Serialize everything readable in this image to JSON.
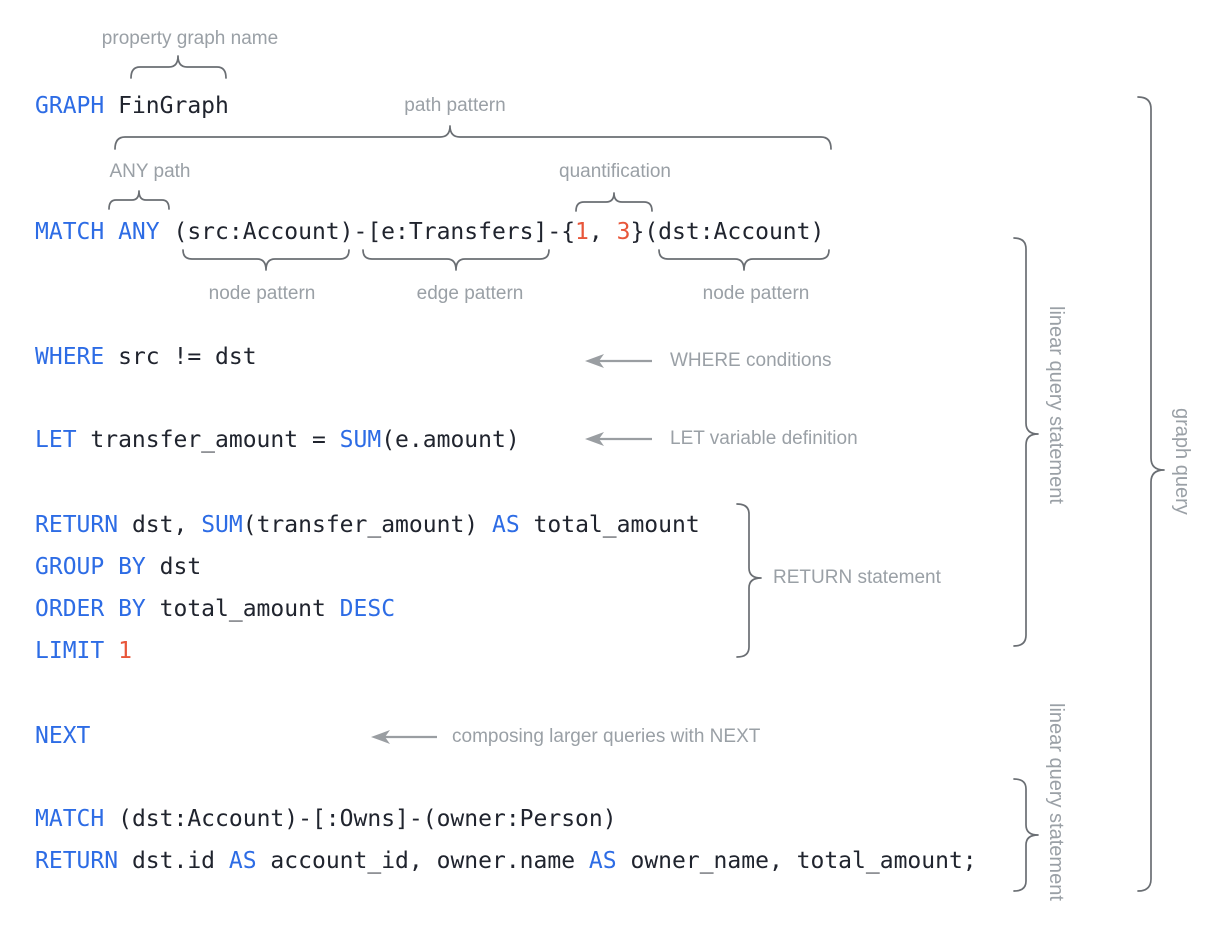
{
  "labels": {
    "property_graph_name": "property graph name",
    "path_pattern": "path pattern",
    "any_path": "ANY path",
    "quantification": "quantification",
    "node_pattern_left": "node pattern",
    "edge_pattern": "edge pattern",
    "node_pattern_right": "node pattern",
    "where_conditions": "WHERE conditions",
    "let_variable_definition": "LET variable definition",
    "return_statement": "RETURN statement",
    "composing_next": "composing larger queries with NEXT",
    "linear_query_statement_top": "linear query statement",
    "linear_query_statement_bottom": "linear query statement",
    "graph_query": "graph query"
  },
  "colors": {
    "keyword": "#2d6ce5",
    "number": "#e8563a",
    "code": "#20242e",
    "annotation": "#9aa0a6",
    "brace": "#6a6e73",
    "arrow": "#9a9ea2",
    "background": "#ffffff"
  },
  "code": {
    "lines": [
      {
        "id": "graph-line",
        "tokens": [
          {
            "t": "GRAPH",
            "c": "kw"
          },
          {
            "t": " FinGraph",
            "c": "pl"
          }
        ]
      },
      {
        "id": "match-line-1",
        "tokens": [
          {
            "t": "MATCH ANY",
            "c": "kw"
          },
          {
            "t": " (src:Account)-[e:Transfers]-{",
            "c": "pl"
          },
          {
            "t": "1",
            "c": "num"
          },
          {
            "t": ", ",
            "c": "pl"
          },
          {
            "t": "3",
            "c": "num"
          },
          {
            "t": "}(dst:Account)",
            "c": "pl"
          }
        ]
      },
      {
        "id": "where-line",
        "tokens": [
          {
            "t": "WHERE",
            "c": "kw"
          },
          {
            "t": " src != dst",
            "c": "pl"
          }
        ]
      },
      {
        "id": "let-line",
        "tokens": [
          {
            "t": "LET",
            "c": "kw"
          },
          {
            "t": " transfer_amount = ",
            "c": "pl"
          },
          {
            "t": "SUM",
            "c": "kw"
          },
          {
            "t": "(e.amount)",
            "c": "pl"
          }
        ]
      },
      {
        "id": "return-line-1",
        "tokens": [
          {
            "t": "RETURN",
            "c": "kw"
          },
          {
            "t": " dst, ",
            "c": "pl"
          },
          {
            "t": "SUM",
            "c": "kw"
          },
          {
            "t": "(transfer_amount) ",
            "c": "pl"
          },
          {
            "t": "AS",
            "c": "kw"
          },
          {
            "t": " total_amount",
            "c": "pl"
          }
        ]
      },
      {
        "id": "group-by-line",
        "tokens": [
          {
            "t": "GROUP BY",
            "c": "kw"
          },
          {
            "t": " dst",
            "c": "pl"
          }
        ]
      },
      {
        "id": "order-by-line",
        "tokens": [
          {
            "t": "ORDER BY",
            "c": "kw"
          },
          {
            "t": " total_amount ",
            "c": "pl"
          },
          {
            "t": "DESC",
            "c": "kw"
          }
        ]
      },
      {
        "id": "limit-line",
        "tokens": [
          {
            "t": "LIMIT",
            "c": "kw"
          },
          {
            "t": " ",
            "c": "pl"
          },
          {
            "t": "1",
            "c": "num"
          }
        ]
      },
      {
        "id": "next-line",
        "tokens": [
          {
            "t": "NEXT",
            "c": "kw"
          }
        ]
      },
      {
        "id": "match-line-2",
        "tokens": [
          {
            "t": "MATCH",
            "c": "kw"
          },
          {
            "t": " (dst:Account)-[:Owns]-(owner:Person)",
            "c": "pl"
          }
        ]
      },
      {
        "id": "return-line-2",
        "tokens": [
          {
            "t": "RETURN",
            "c": "kw"
          },
          {
            "t": " dst.id ",
            "c": "pl"
          },
          {
            "t": "AS",
            "c": "kw"
          },
          {
            "t": " account_id, owner.name ",
            "c": "pl"
          },
          {
            "t": "AS",
            "c": "kw"
          },
          {
            "t": " owner_name, total_amount;",
            "c": "pl"
          }
        ]
      }
    ]
  }
}
